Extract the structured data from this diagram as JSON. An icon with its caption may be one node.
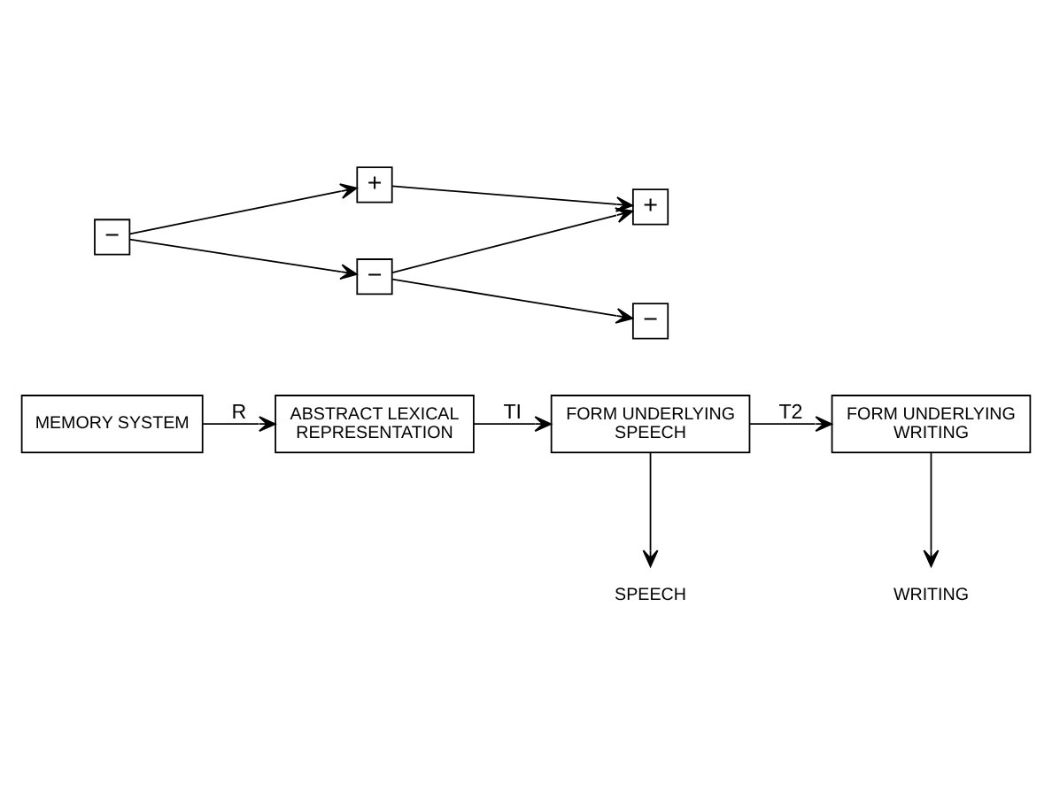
{
  "diagram": {
    "nodes": [
      {
        "text": [
          "MEMORY SYSTEM"
        ]
      },
      {
        "text": [
          "ABSTRACT LEXICAL REPRESENTATION"
        ]
      },
      {
        "text": [
          "FORM UNDERLYING SPEECH"
        ]
      },
      {
        "text": [
          "FORM UNDERLYING WRITING"
        ]
      },
      {
        "text": [
          "SPEECH"
        ]
      },
      {
        "text": [
          "WRITING"
        ]
      },
      {
        "text": [
          "−"
        ]
      },
      {
        "text": [
          "+"
        ]
      },
      {
        "text": [
          "−"
        ]
      },
      {
        "text": [
          "+"
        ]
      },
      {
        "text": [
          "−"
        ]
      }
    ],
    "edges": [
      {
        "from": 0,
        "to": 1,
        "arrow": "to",
        "label": "R"
      },
      {
        "from": 1,
        "to": 2,
        "arrow": "to",
        "label": "TI"
      },
      {
        "from": 2,
        "to": 3,
        "arrow": "to",
        "label": "T2"
      },
      {
        "from": 2,
        "to": 4,
        "arrow": "to"
      },
      {
        "from": 3,
        "to": 5,
        "arrow": "to"
      },
      {
        "from": 6,
        "to": 7,
        "arrow": "to"
      },
      {
        "from": 6,
        "to": 8,
        "arrow": "to"
      },
      {
        "from": 7,
        "to": 9,
        "arrow": "to"
      },
      {
        "from": 8,
        "to": 9,
        "arrow": "to"
      },
      {
        "from": 8,
        "to": 10,
        "arrow": "to"
      }
    ]
  }
}
